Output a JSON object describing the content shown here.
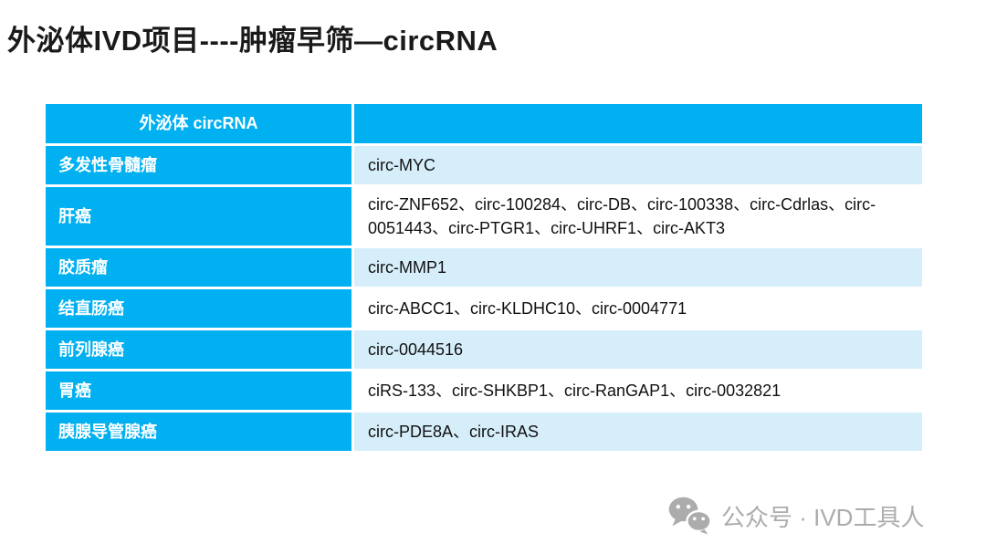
{
  "page": {
    "title": "外泌体IVD项目----肿瘤早筛—circRNA"
  },
  "table": {
    "header": "外泌体 circRNA",
    "rows": [
      {
        "disease": "多发性骨髓瘤",
        "markers": "circ-MYC"
      },
      {
        "disease": "肝癌",
        "markers": "circ-ZNF652、circ-100284、circ-DB、circ-100338、circ-Cdrlas、circ-0051443、circ-PTGR1、circ-UHRF1、circ-AKT3"
      },
      {
        "disease": "胶质瘤",
        "markers": "circ-MMP1"
      },
      {
        "disease": "结直肠癌",
        "markers": "circ-ABCC1、circ-KLDHC10、circ-0004771"
      },
      {
        "disease": "前列腺癌",
        "markers": "circ-0044516"
      },
      {
        "disease": "胃癌",
        "markers": "ciRS-133、circ-SHKBP1、circ-RanGAP1、circ-0032821"
      },
      {
        "disease": "胰腺导管腺癌",
        "markers": "circ-PDE8A、circ-IRAS"
      }
    ]
  },
  "footer": {
    "wechat_label": "公众号 · IVD工具人",
    "icon": "wechat-icon"
  },
  "colors": {
    "table_blue": "#00B0F0",
    "row_light_blue": "#D6EEFA",
    "footer_gray": "#ACACAC",
    "title_black": "#1A1A1A"
  }
}
